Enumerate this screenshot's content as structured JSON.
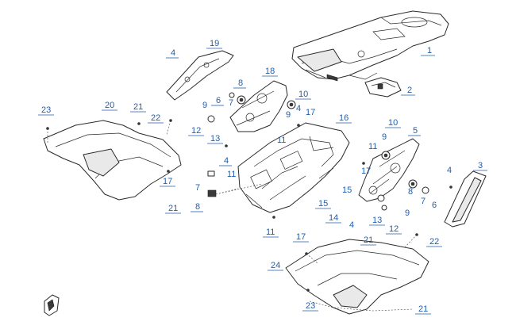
{
  "callouts": [
    {
      "id": "c1",
      "text": "1"
    },
    {
      "id": "c2",
      "text": "2"
    },
    {
      "id": "c3",
      "text": "3"
    },
    {
      "id": "c4a",
      "text": "4"
    },
    {
      "id": "c4b",
      "text": "4"
    },
    {
      "id": "c4c",
      "text": "4"
    },
    {
      "id": "c4d",
      "text": "4"
    },
    {
      "id": "c4e",
      "text": "4"
    },
    {
      "id": "c5",
      "text": "5"
    },
    {
      "id": "c6a",
      "text": "6"
    },
    {
      "id": "c6b",
      "text": "6"
    },
    {
      "id": "c7a",
      "text": "7"
    },
    {
      "id": "c7b",
      "text": "7"
    },
    {
      "id": "c7c",
      "text": "7"
    },
    {
      "id": "c8a",
      "text": "8"
    },
    {
      "id": "c8b",
      "text": "8"
    },
    {
      "id": "c8c",
      "text": "8"
    },
    {
      "id": "c9a",
      "text": "9"
    },
    {
      "id": "c9b",
      "text": "9"
    },
    {
      "id": "c9c",
      "text": "9"
    },
    {
      "id": "c9d",
      "text": "9"
    },
    {
      "id": "c10a",
      "text": "10"
    },
    {
      "id": "c10b",
      "text": "10"
    },
    {
      "id": "c11a",
      "text": "11"
    },
    {
      "id": "c11b",
      "text": "11"
    },
    {
      "id": "c11c",
      "text": "11"
    },
    {
      "id": "c11d",
      "text": "11"
    },
    {
      "id": "c12a",
      "text": "12"
    },
    {
      "id": "c12b",
      "text": "12"
    },
    {
      "id": "c13a",
      "text": "13"
    },
    {
      "id": "c13b",
      "text": "13"
    },
    {
      "id": "c14",
      "text": "14"
    },
    {
      "id": "c15a",
      "text": "15"
    },
    {
      "id": "c15b",
      "text": "15"
    },
    {
      "id": "c16",
      "text": "16"
    },
    {
      "id": "c17a",
      "text": "17"
    },
    {
      "id": "c17b",
      "text": "17"
    },
    {
      "id": "c17c",
      "text": "17"
    },
    {
      "id": "c17d",
      "text": "17"
    },
    {
      "id": "c18",
      "text": "18"
    },
    {
      "id": "c19",
      "text": "19"
    },
    {
      "id": "c20",
      "text": "20"
    },
    {
      "id": "c21a",
      "text": "21"
    },
    {
      "id": "c21b",
      "text": "21"
    },
    {
      "id": "c21c",
      "text": "21"
    },
    {
      "id": "c21d",
      "text": "21"
    },
    {
      "id": "c22a",
      "text": "22"
    },
    {
      "id": "c22b",
      "text": "22"
    },
    {
      "id": "c23a",
      "text": "23"
    },
    {
      "id": "c23b",
      "text": "23"
    },
    {
      "id": "c24",
      "text": "24"
    }
  ],
  "colors": {
    "callout": "#1f5fae",
    "line": "#2a2a2a"
  },
  "icons": {
    "corner_logo": "brand-logo-icon"
  }
}
